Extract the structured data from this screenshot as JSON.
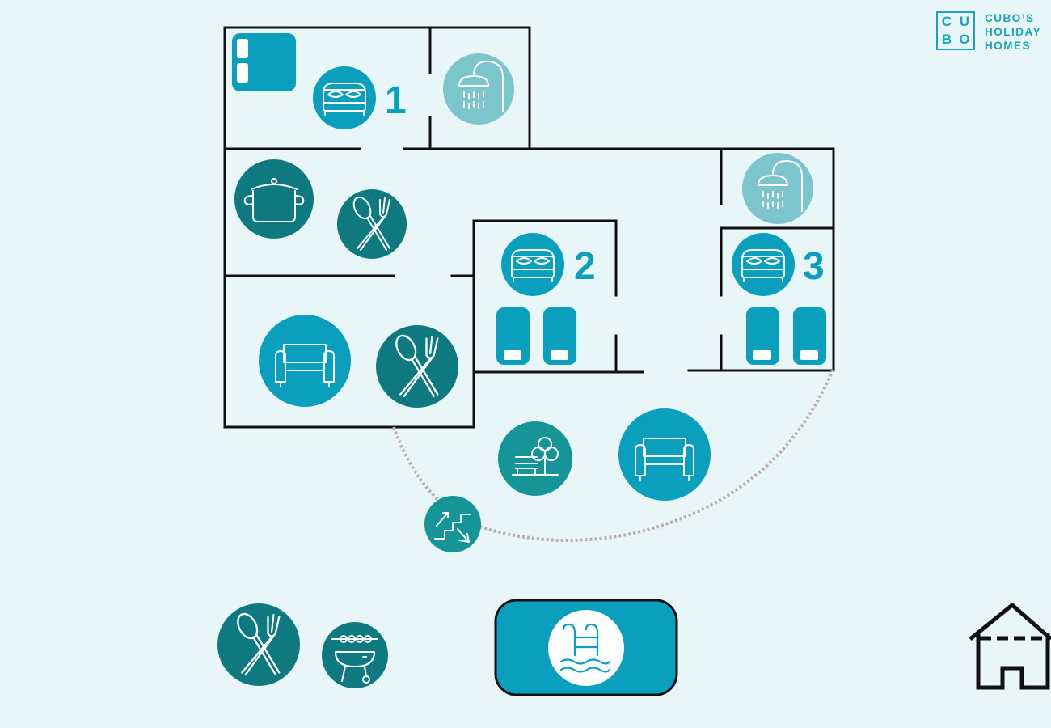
{
  "logo": {
    "letters": [
      "C",
      "U",
      "B",
      "O"
    ],
    "lines": [
      "CUBO’S",
      "HOLIDAY",
      "HOMES"
    ]
  },
  "rooms": {
    "bedroom_1": {
      "number": "1"
    },
    "bedroom_2": {
      "number": "2"
    },
    "bedroom_3": {
      "number": "3"
    }
  },
  "icons": {
    "bed": "bed-icon",
    "shower": "shower-icon",
    "cooking_pot": "cooking-pot-icon",
    "dining": "spoon-fork-icon",
    "sofa": "sofa-icon",
    "garden": "garden-bench-tree-icon",
    "stairs": "stairs-icon",
    "bbq": "barbecue-icon",
    "pool": "pool-ladder-icon",
    "house": "house-icon"
  },
  "colors": {
    "background": "#e9f6f8",
    "bright_teal": "#0aa0bd",
    "dark_teal": "#0e7a80",
    "light_teal": "#7cc5cc",
    "wall": "#111111",
    "path": "#b8aeb0"
  }
}
